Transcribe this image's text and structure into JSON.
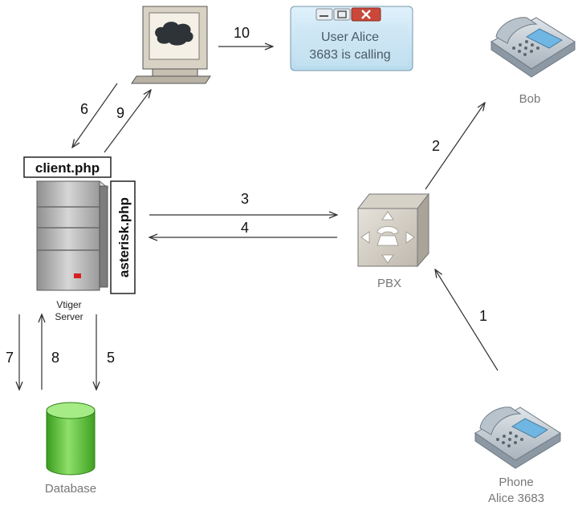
{
  "labels": {
    "client_php": "client.php",
    "asterisk_php": "asterisk.php",
    "vtiger_line1": "Vtiger",
    "vtiger_line2": "Server",
    "database": "Database",
    "pbx": "PBX",
    "bob": "Bob",
    "phone_line1": "Phone",
    "phone_line2": "Alice 3683"
  },
  "popup": {
    "line1": "User Alice",
    "line2": "3683 is calling"
  },
  "steps": [
    "1",
    "2",
    "3",
    "4",
    "5",
    "6",
    "7",
    "8",
    "9",
    "10"
  ],
  "colors": {
    "arrow": "#333333",
    "caption": "#777777",
    "database_green": "#5fc23b",
    "popup_close": "#c9483a"
  },
  "icons": [
    "monitor-icon",
    "server-icon",
    "database-icon",
    "pbx-icon",
    "desk-phone-icon"
  ]
}
